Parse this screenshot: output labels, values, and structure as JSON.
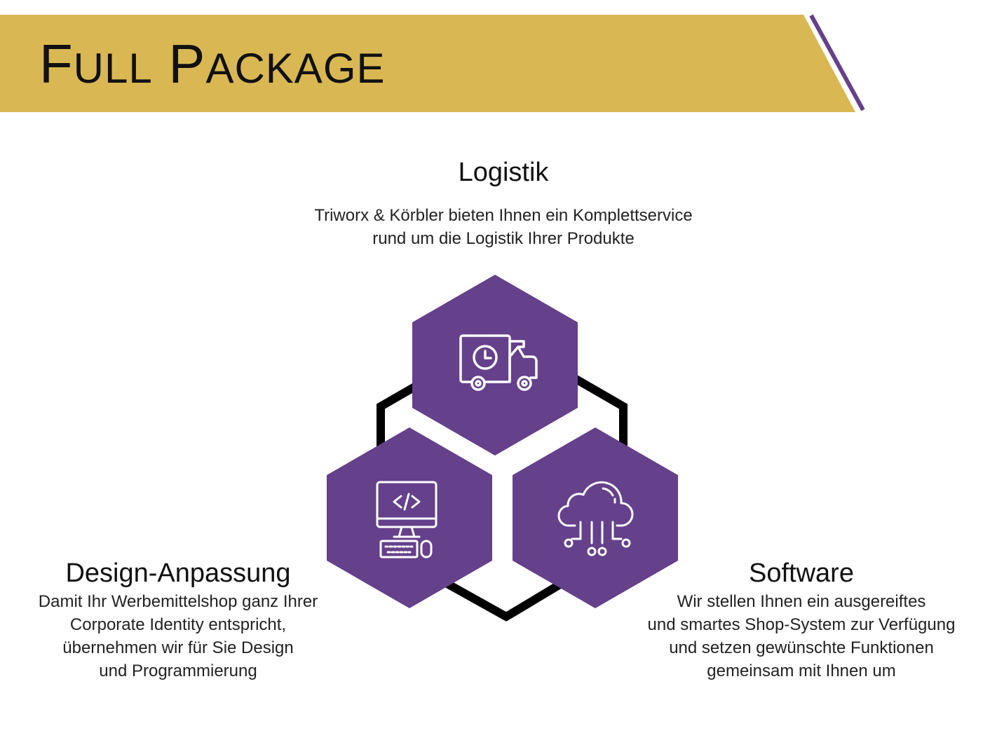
{
  "title": {
    "first": "F",
    "first_rest": "ULL",
    "second": "P",
    "second_rest": "ACKAGE"
  },
  "sections": [
    {
      "heading": "Logistik",
      "text": "Triworx & Körbler bieten Ihnen ein Komplettservice\nrund um die Logistik Ihrer Produkte",
      "icon": "delivery-truck-clock-icon"
    },
    {
      "heading": "Design-Anpassung",
      "text": "Damit Ihr Werbemittelshop ganz Ihrer\nCorporate Identity entspricht,\nübernehmen wir für Sie Design\nund Programmierung",
      "icon": "computer-code-icon"
    },
    {
      "heading": "Software",
      "text": "Wir stellen Ihnen ein ausgereiftes\nund smartes Shop-System zur Verfügung\nund setzen gewünschte Funktionen\ngemeinsam mit Ihnen um",
      "icon": "cloud-network-icon"
    }
  ],
  "colors": {
    "gold": "#D9B853",
    "purple": "#65408B",
    "outline": "#000000"
  }
}
